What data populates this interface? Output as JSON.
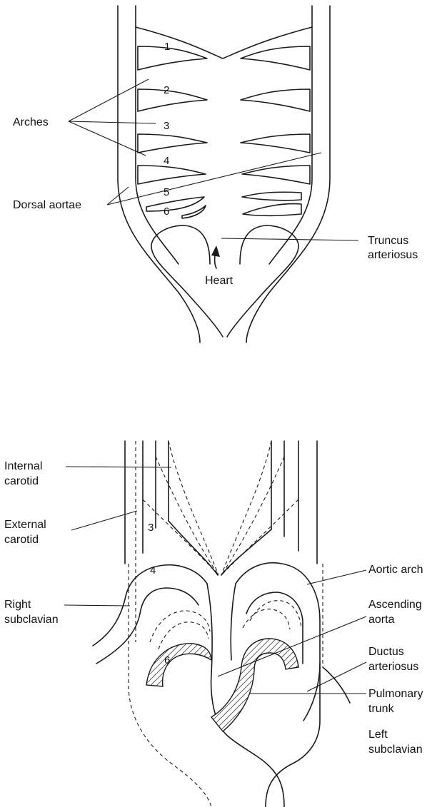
{
  "top": {
    "arch_numbers": [
      "1",
      "2",
      "3",
      "4",
      "5",
      "6"
    ],
    "labels": {
      "arches": "Arches",
      "dorsal_aortae": "Dorsal aortae",
      "truncus_1": "Truncus",
      "truncus_2": "arteriosus",
      "heart": "Heart"
    }
  },
  "bottom": {
    "arch_numbers": [
      "3",
      "4",
      "6"
    ],
    "labels": {
      "internal_carotid_1": "Internal",
      "internal_carotid_2": "carotid",
      "external_carotid_1": "External",
      "external_carotid_2": "carotid",
      "right_subclavian_1": "Right",
      "right_subclavian_2": "subclavian",
      "aortic_arch": "Aortic arch",
      "ascending_aorta_1": "Ascending",
      "ascending_aorta_2": "aorta",
      "ductus_1": "Ductus",
      "ductus_2": "arteriosus",
      "pulmonary_1": "Pulmonary",
      "pulmonary_2": "trunk",
      "left_subclavian_1": "Left",
      "left_subclavian_2": "subclavian"
    }
  }
}
